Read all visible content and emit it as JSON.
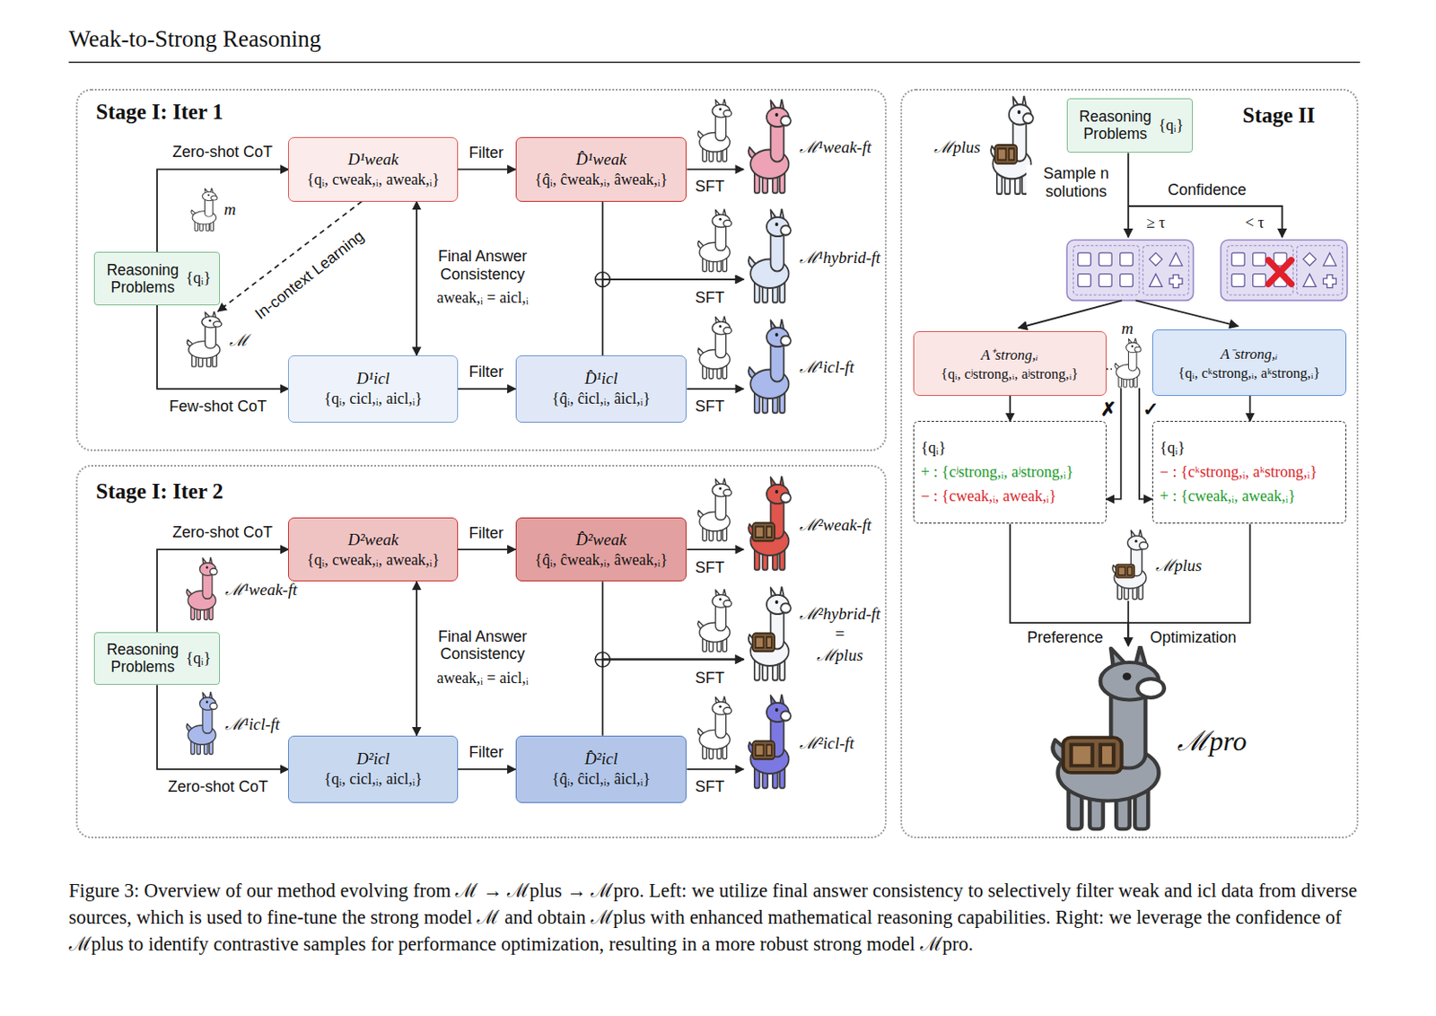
{
  "diagram": {
    "title": "Weak-to-Strong Reasoning",
    "caption": "Figure 3: Overview of our method evolving from ℳ → ℳplus → ℳpro. Left: we utilize final answer consistency to selectively filter weak and icl data from diverse sources, which is used to fine-tune the strong model ℳ and obtain ℳplus with enhanced mathematical reasoning capabilities. Right: we leverage the confidence of ℳplus to identify contrastive samples for performance optimization, resulting in a more robust strong model ℳpro.",
    "nodes": [
      {
        "text": [
          "Stage I: Iter 1"
        ]
      },
      {
        "text": [
          "Reasoning Problems",
          "{qᵢ}"
        ],
        "in": 0
      },
      {
        "text": [
          "D¹weak",
          "{qᵢ, cweak,ᵢ, aweak,ᵢ}"
        ],
        "in": 0
      },
      {
        "text": [
          "D̂¹weak",
          "{q̂ᵢ, ĉweak,ᵢ, âweak,ᵢ}"
        ],
        "in": 0
      },
      {
        "text": [
          "m"
        ],
        "in": 0
      },
      {
        "text": [
          "ℳ"
        ],
        "in": 0
      },
      {
        "text": [
          "D¹icl",
          "{qᵢ, cicl,ᵢ, aicl,ᵢ}"
        ],
        "in": 0
      },
      {
        "text": [
          "D̂¹icl",
          "{q̂ᵢ, ĉicl,ᵢ, âicl,ᵢ}"
        ],
        "in": 0
      },
      {
        "text": [
          "ℳ¹weak-ft"
        ],
        "in": 0
      },
      {
        "text": [
          "ℳ¹hybrid-ft"
        ],
        "in": 0
      },
      {
        "text": [
          "ℳ¹icl-ft"
        ],
        "in": 0
      },
      {
        "text": [
          "Stage I: Iter 2"
        ]
      },
      {
        "text": [
          "Reasoning Problems",
          "{qᵢ}"
        ],
        "in": 11
      },
      {
        "text": [
          "D²weak",
          "{qᵢ, cweak,ᵢ, aweak,ᵢ}"
        ],
        "in": 11
      },
      {
        "text": [
          "D̂²weak",
          "{q̂ᵢ, ĉweak,ᵢ, âweak,ᵢ}"
        ],
        "in": 11
      },
      {
        "text": [
          "ℳ¹weak-ft"
        ],
        "in": 11
      },
      {
        "text": [
          "ℳ¹icl-ft"
        ],
        "in": 11
      },
      {
        "text": [
          "D²icl",
          "{qᵢ, cicl,ᵢ, aicl,ᵢ}"
        ],
        "in": 11
      },
      {
        "text": [
          "D̂²icl",
          "{q̂ᵢ, ĉicl,ᵢ, âicl,ᵢ}"
        ],
        "in": 11
      },
      {
        "text": [
          "ℳ²weak-ft"
        ],
        "in": 11
      },
      {
        "text": [
          "ℳ²hybrid-ft",
          "=",
          "ℳplus"
        ],
        "in": 11
      },
      {
        "text": [
          "ℳ²icl-ft"
        ],
        "in": 11
      },
      {
        "text": [
          "Stage II"
        ]
      },
      {
        "text": [
          "ℳplus"
        ],
        "in": 22
      },
      {
        "text": [
          "Reasoning Problems",
          "{qᵢ}"
        ],
        "in": 22
      },
      {
        "text": [
          "A⁺strong,ᵢ",
          "{qᵢ, cʲstrong,ᵢ, aʲstrong,ᵢ}"
        ],
        "in": 22
      },
      {
        "text": [
          "m"
        ],
        "in": 22
      },
      {
        "text": [
          "A⁻strong,ᵢ",
          "{qᵢ, cᵏstrong,ᵢ, aᵏstrong,ᵢ}"
        ],
        "in": 22
      },
      {
        "text": [
          "{qᵢ}",
          "+ : {cʲstrong,ᵢ, aʲstrong,ᵢ}",
          "− : {cweak,ᵢ, aweak,ᵢ}"
        ],
        "in": 22
      },
      {
        "text": [
          "{qᵢ}",
          "− : {cᵏstrong,ᵢ, aᵏstrong,ᵢ}",
          "+ : {cweak,ᵢ, aweak,ᵢ}"
        ],
        "in": 22
      },
      {
        "text": [
          "ℳplus"
        ],
        "in": 22
      },
      {
        "text": [
          "ℳpro"
        ],
        "in": 22
      }
    ],
    "edges": [
      {
        "from": 1,
        "to": 2,
        "arrow": "to",
        "label": "Zero-shot CoT"
      },
      {
        "from": 1,
        "to": 6,
        "arrow": "to",
        "label": "Few-shot CoT"
      },
      {
        "from": 2,
        "to": 3,
        "arrow": "to",
        "label": "Filter"
      },
      {
        "from": 6,
        "to": 7,
        "arrow": "to",
        "label": "Filter"
      },
      {
        "from": 2,
        "to": 6,
        "arrow": "both",
        "label": "Final Answer Consistency"
      },
      {
        "from": 2,
        "to": 5,
        "arrow": "to",
        "label": "In-context Learning"
      },
      {
        "from": 3,
        "to": 8,
        "arrow": "to",
        "label": "SFT"
      },
      {
        "from": 3,
        "to": 9,
        "arrow": "to",
        "label": "SFT"
      },
      {
        "from": 7,
        "to": 9,
        "arrow": "to"
      },
      {
        "from": 7,
        "to": 10,
        "arrow": "to",
        "label": "SFT"
      },
      {
        "from": 12,
        "to": 13,
        "arrow": "to",
        "label": "Zero-shot CoT"
      },
      {
        "from": 12,
        "to": 17,
        "arrow": "to",
        "label": "Zero-shot CoT"
      },
      {
        "from": 13,
        "to": 14,
        "arrow": "to",
        "label": "Filter"
      },
      {
        "from": 17,
        "to": 18,
        "arrow": "to",
        "label": "Filter"
      },
      {
        "from": 13,
        "to": 17,
        "arrow": "both",
        "label": "Final Answer Consistency"
      },
      {
        "from": 14,
        "to": 19,
        "arrow": "to",
        "label": "SFT"
      },
      {
        "from": 14,
        "to": 20,
        "arrow": "to",
        "label": "SFT"
      },
      {
        "from": 18,
        "to": 20,
        "arrow": "to"
      },
      {
        "from": 18,
        "to": 21,
        "arrow": "to",
        "label": "SFT"
      },
      {
        "from": 25,
        "to": 28,
        "arrow": "to"
      },
      {
        "from": 27,
        "to": 29,
        "arrow": "to"
      },
      {
        "from": 25,
        "to": 26,
        "arrow": "none"
      },
      {
        "from": 26,
        "to": 28,
        "arrow": "to",
        "label": "✗"
      },
      {
        "from": 26,
        "to": 29,
        "arrow": "to",
        "label": "✓"
      },
      {
        "from": 28,
        "to": 31,
        "arrow": "to",
        "label": "Preference"
      },
      {
        "from": 29,
        "to": 31,
        "arrow": "to",
        "label": "Optimization"
      },
      {
        "from": 30,
        "to": 31,
        "arrow": "to"
      }
    ],
    "labels": [
      "aweak,ᵢ = aicl,ᵢ",
      "aweak,ᵢ = aicl,ᵢ",
      "Sample n solutions",
      "Confidence",
      "≥ τ",
      "< τ"
    ]
  }
}
